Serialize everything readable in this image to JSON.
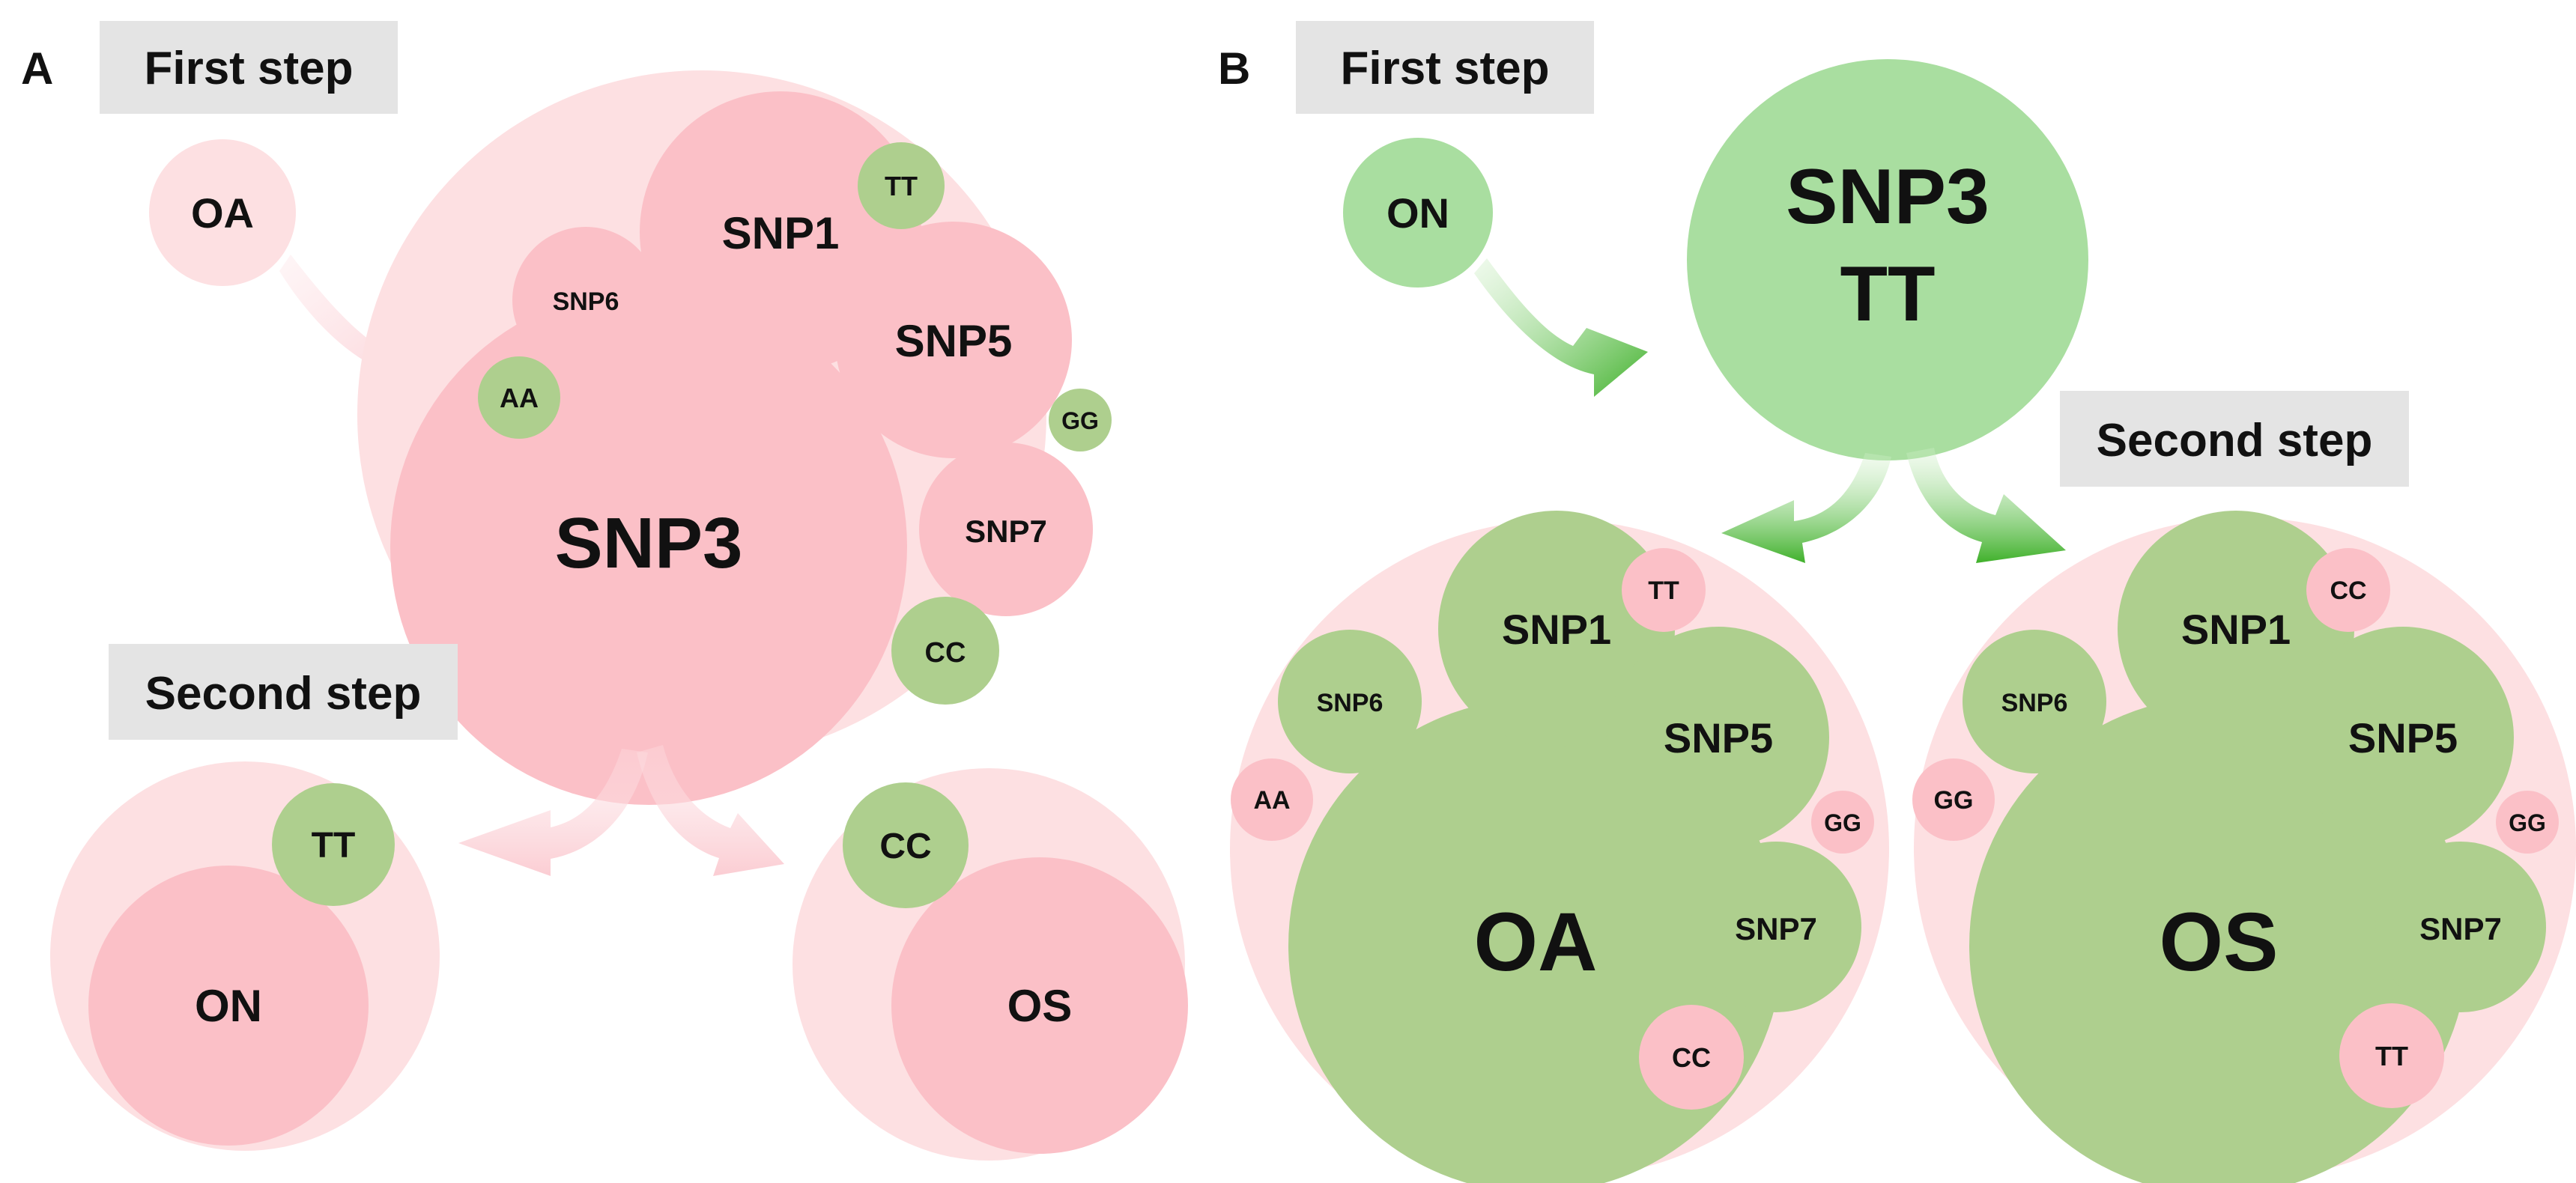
{
  "colors": {
    "big_pink": "#fde0e2",
    "pink": "#fbc0c7",
    "green": "#aecf8e",
    "light_green": "#a9dea0",
    "arrow_pink": "#fcd5d9",
    "arrow_green": "#44b830",
    "label_bg": "#e4e4e4",
    "text": "#111111"
  },
  "panel_a": {
    "letter": "A",
    "first_step": "First step",
    "second_step": "Second step",
    "start_node": "OA",
    "main": {
      "center": "SNP3",
      "snp1": "SNP1",
      "snp5": "SNP5",
      "snp6": "SNP6",
      "snp7": "SNP7",
      "tt": "TT",
      "aa": "AA",
      "gg": "GG",
      "cc": "CC"
    },
    "left_result": {
      "outcome": "ON",
      "genotype": "TT"
    },
    "right_result": {
      "outcome": "OS",
      "genotype": "CC"
    }
  },
  "panel_b": {
    "letter": "B",
    "first_step": "First step",
    "second_step": "Second step",
    "start_node": "ON",
    "top_node": {
      "line1": "SNP3",
      "line2": "TT"
    },
    "left": {
      "center": "OA",
      "snp1": "SNP1",
      "snp5": "SNP5",
      "snp6": "SNP6",
      "snp7": "SNP7",
      "tt": "TT",
      "aa": "AA",
      "gg": "GG",
      "cc": "CC"
    },
    "right": {
      "center": "OS",
      "snp1": "SNP1",
      "snp5": "SNP5",
      "snp6": "SNP6",
      "snp7": "SNP7",
      "cc": "CC",
      "gg": "GG",
      "tt": "TT"
    }
  }
}
